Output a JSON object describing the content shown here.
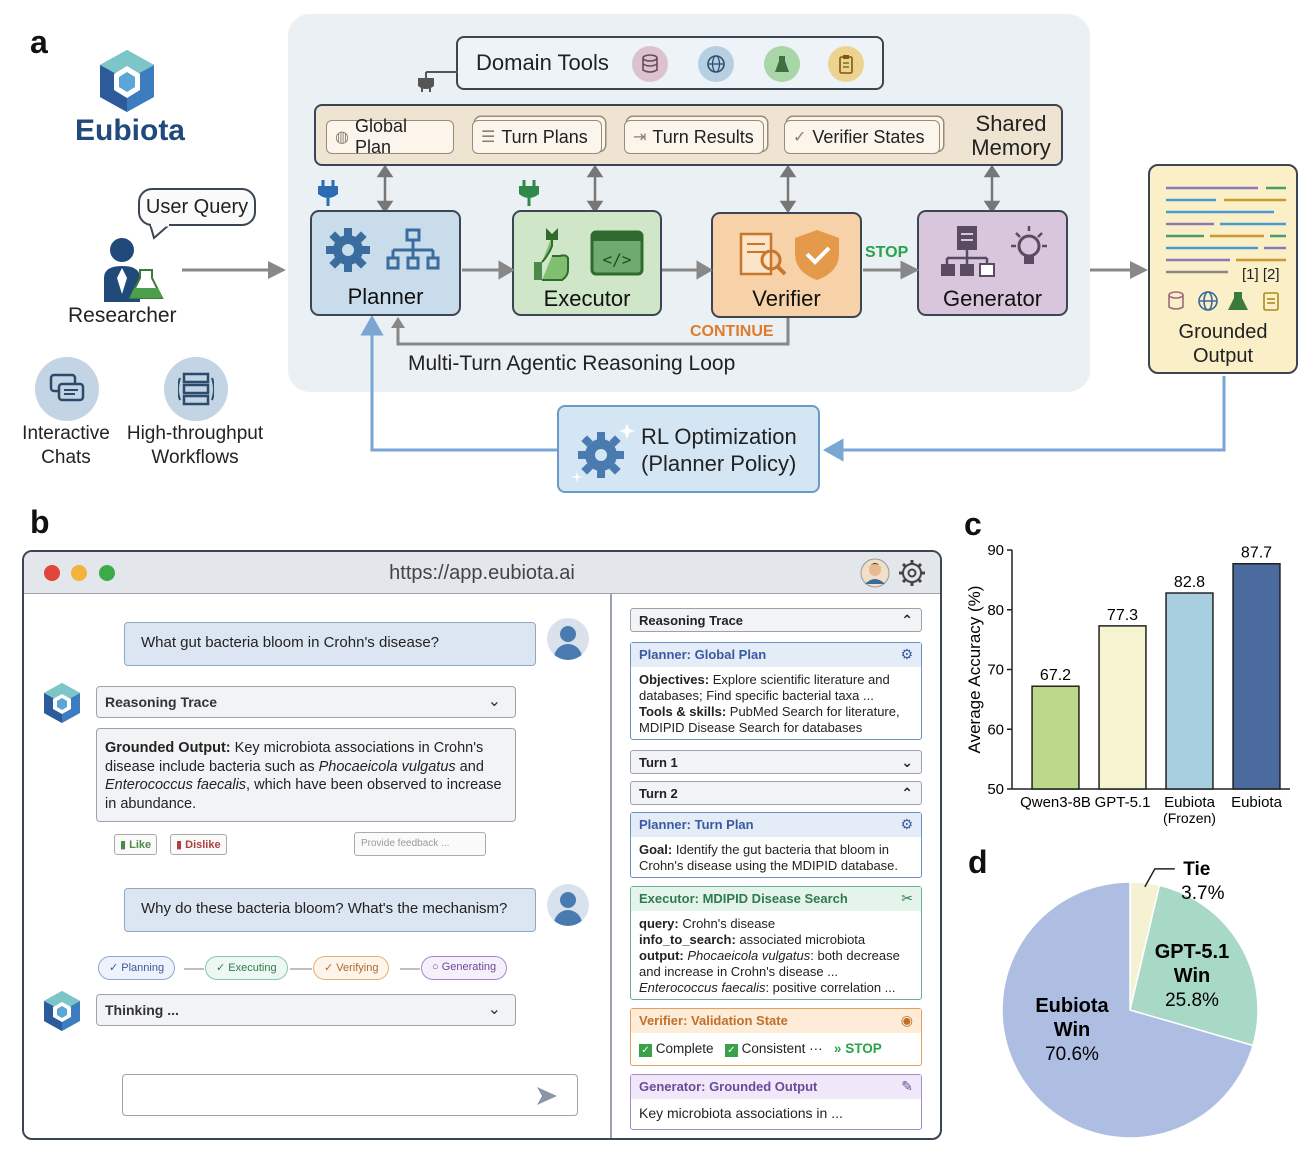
{
  "panels": {
    "a": "a",
    "b": "b",
    "c": "c",
    "d": "d"
  },
  "panel_a": {
    "brand": "Eubiota",
    "user_query": "User Query",
    "researcher": "Researcher",
    "modes": [
      "Interactive Chats",
      "High-throughput Workflows"
    ],
    "domain_tools": "Domain Tools",
    "shared_memory": "Shared Memory",
    "memory_items": [
      "Global Plan",
      "Turn Plans",
      "Turn Results",
      "Verifier States"
    ],
    "agents": [
      "Planner",
      "Executor",
      "Verifier",
      "Generator"
    ],
    "stop": "STOP",
    "continue": "CONTINUE",
    "loop_label": "Multi-Turn Agentic Reasoning Loop",
    "output_label": "Grounded Output",
    "output_refs": "[1] [2]",
    "rl_label": "RL Optimization (Planner Policy)",
    "colors": {
      "planner": "#c9dcec",
      "executor": "#cfe6c8",
      "verifier": "#f7d2a8",
      "generator": "#d9c6dc"
    }
  },
  "panel_b": {
    "url": "https://app.eubiota.ai",
    "q1": "What gut bacteria bloom in Crohn's disease?",
    "trace_label": "Reasoning Trace",
    "answer": {
      "lead": "Grounded Output:",
      "t1": " Key microbiota associations in Crohn's disease include bacteria such as ",
      "e1": "Phocaeicola vulgatus",
      "t2": " and ",
      "e2": "Enterococcus faecalis",
      "t3": ", which have been observed to increase in abundance."
    },
    "like": "Like",
    "dislike": "Dislike",
    "feedback_placeholder": "Provide feedback ...",
    "q2": "Why do these bacteria bloom? What's the mechanism?",
    "statuses": [
      "Planning",
      "Executing",
      "Verifying",
      "Generating"
    ],
    "thinking": "Thinking ...",
    "side": {
      "trace": "Reasoning Trace",
      "global_plan": {
        "title": "Planner: Global Plan",
        "objectives_k": "Objectives:",
        "objectives_v": " Explore scientific literature and databases; Find specific bacterial taxa ...",
        "tools_k": "Tools & skills:",
        "tools_v": " PubMed Search for literature, MDIPID Disease Search for databases"
      },
      "turn1": "Turn 1",
      "turn2": "Turn 2",
      "turn_plan": {
        "title": "Planner: Turn Plan",
        "goal_k": "Goal:",
        "goal_v": " Identify the gut bacteria that bloom in Crohn's disease using the MDIPID database."
      },
      "executor": {
        "title": "Executor: MDIPID Disease Search",
        "query_k": "query:",
        "query_v": " Crohn's disease",
        "info_k": "info_to_search:",
        "info_v": " associated microbiota",
        "output_k": "output:",
        "output_e": " Phocaeicola vulgatus",
        "output_v": ": both decrease and increase in Crohn's disease ...",
        "ent_e": "Enterococcus faecalis",
        "ent_v": ": positive correlation ..."
      },
      "verifier": {
        "title": "Verifier: Validation State",
        "complete": "Complete",
        "consistent": "Consistent",
        "ellipsis": "···",
        "stop": "STOP"
      },
      "generator": {
        "title": "Generator: Grounded Output",
        "text": "Key microbiota associations in ..."
      }
    }
  },
  "chart_data": [
    {
      "type": "bar",
      "ylabel": "Average Accuracy (%)",
      "ylim": [
        50,
        90
      ],
      "yticks": [
        50,
        60,
        70,
        80,
        90
      ],
      "categories": [
        "Qwen3-8B",
        "GPT-5.1",
        "Eubiota (Frozen)",
        "Eubiota"
      ],
      "category_lines": [
        [
          "Qwen3-8B"
        ],
        [
          "GPT-5.1"
        ],
        [
          "Eubiota",
          "(Frozen)"
        ],
        [
          "Eubiota"
        ]
      ],
      "values": [
        67.2,
        77.3,
        82.8,
        87.7
      ],
      "value_labels": [
        "67.2",
        "77.3",
        "82.8",
        "87.7"
      ],
      "colors": [
        "#bcd98a",
        "#f6f3d0",
        "#a7cfe0",
        "#4b6a9e"
      ]
    },
    {
      "type": "pie",
      "slices": [
        {
          "name": "Eubiota Win",
          "name_lines": [
            "Eubiota",
            "Win"
          ],
          "value": 70.6,
          "label": "70.6%",
          "color": "#aebde2"
        },
        {
          "name": "GPT-5.1 Win",
          "name_lines": [
            "GPT-5.1",
            "Win"
          ],
          "value": 25.8,
          "label": "25.8%",
          "color": "#a8d8c6"
        },
        {
          "name": "Tie",
          "name_lines": [
            "Tie"
          ],
          "value": 3.7,
          "label": "3.7%",
          "color": "#f5f2d3"
        }
      ]
    }
  ]
}
